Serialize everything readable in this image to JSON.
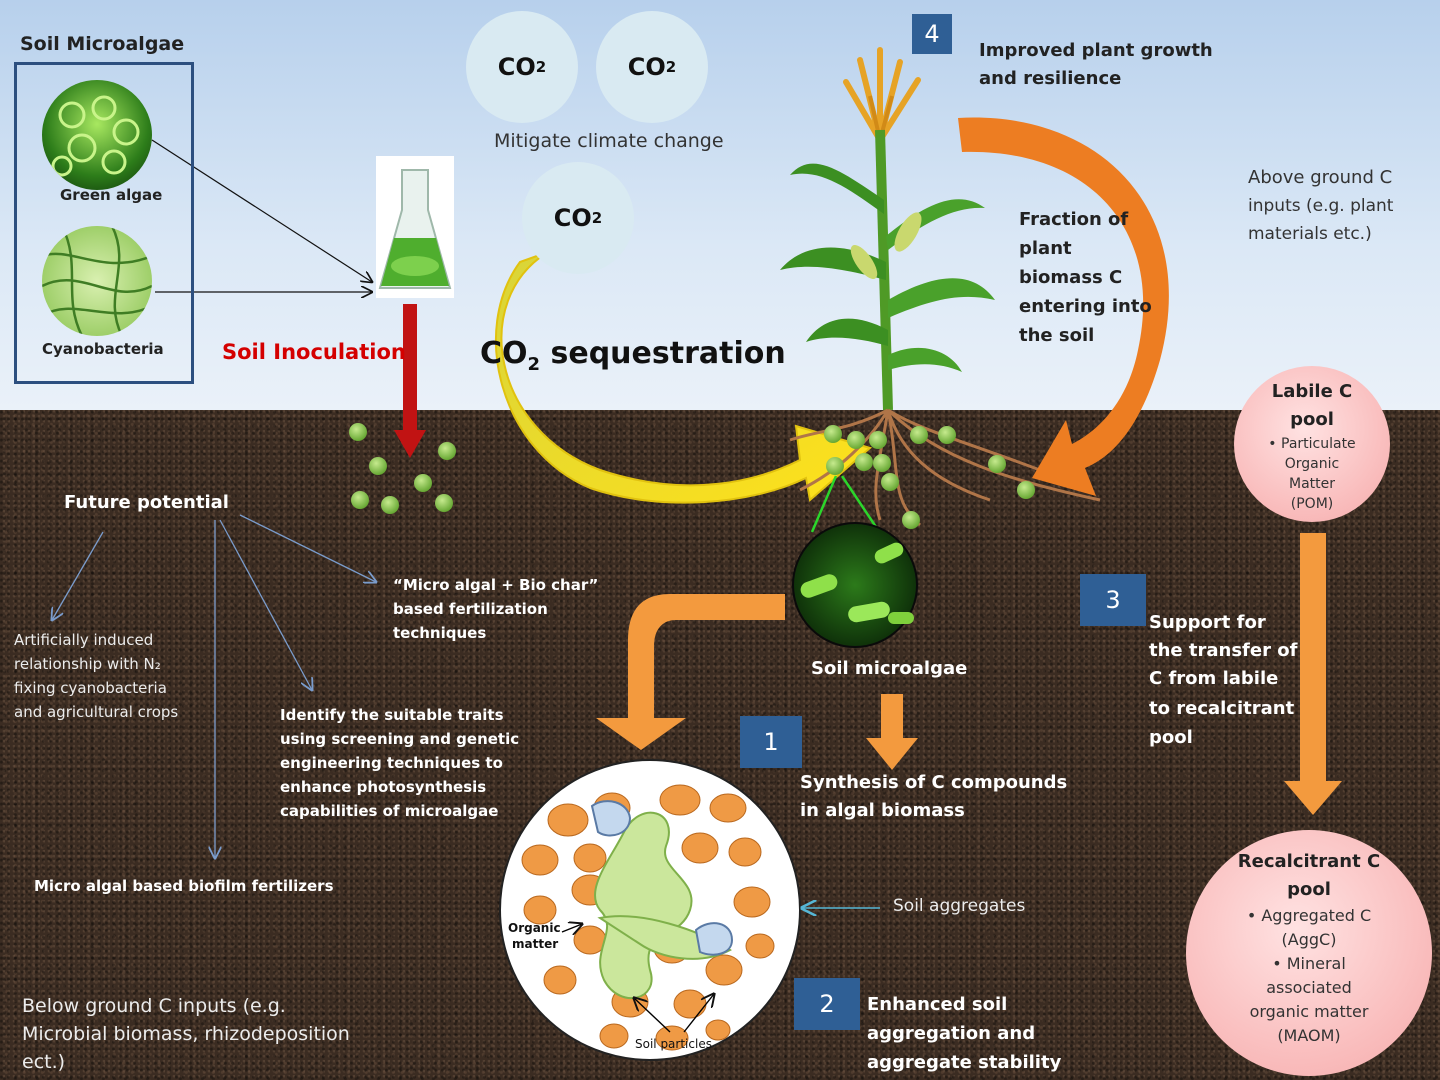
{
  "sky": {
    "panel_title": "Soil Microalgae",
    "green_algae": "Green algae",
    "cyanobacteria": "Cyanobacteria",
    "soil_inoculation": "Soil Inoculation",
    "co2_main": "CO",
    "co2_sub": "2",
    "mitigate": "Mitigate climate change",
    "sequestration_pre": "CO",
    "sequestration_sub": "2",
    "sequestration_post": " sequestration",
    "step4_number": "4",
    "step4_line1": "Improved plant growth",
    "step4_line2": "and resilience",
    "fraction_lines": [
      "Fraction of",
      "plant",
      "biomass  C",
      "entering into",
      "the soil"
    ],
    "above_lines": [
      "Above ground C",
      "inputs (e.g. plant",
      "materials etc.)"
    ]
  },
  "soil": {
    "future_title": "Future potential",
    "future_items": {
      "biochar": [
        "“Micro algal + Bio char”",
        "based fertilization",
        "techniques"
      ],
      "artificial": [
        "Artificially induced",
        "relationship with N₂",
        "fixing cyanobacteria",
        "and agricultural crops"
      ],
      "identify": [
        "Identify the suitable  traits",
        "using screening and genetic",
        "engineering techniques to",
        "enhance photosynthesis",
        "capabilities  of microalgae"
      ],
      "biofilm": "Micro algal  based biofilm fertilizers"
    },
    "below_lines": [
      "Below ground  C inputs (e.g.",
      "Microbial biomass, rhizodeposition",
      "ect.)"
    ],
    "soil_microalgae": "Soil microalgae",
    "step1_number": "1",
    "step1_lines": [
      "Synthesis of C compounds",
      "in algal biomass"
    ],
    "step2_number": "2",
    "step2_lines": [
      "Enhanced soil",
      "aggregation  and",
      "aggregate stability"
    ],
    "step3_number": "3",
    "step3_lines": [
      "Support for",
      "the transfer of",
      "C from labile",
      "to recalcitrant",
      "pool"
    ],
    "soil_aggregates": "Soil aggregates",
    "organic_matter": [
      "Organic",
      "matter"
    ],
    "soil_particles": "Soil particles",
    "labile": {
      "title": [
        "Labile C",
        "pool"
      ],
      "items": [
        "• Particulate",
        "Organic",
        "Matter",
        "(POM)"
      ]
    },
    "recalcitrant": {
      "title": [
        "Recalcitrant C",
        "pool"
      ],
      "items": [
        "•  Aggregated  C",
        "(AggC)",
        "• Mineral",
        "associated",
        "organic matter",
        "(MAOM)"
      ]
    }
  },
  "colors": {
    "badge": "#2f5f95",
    "inoculation_red": "#d40000",
    "orange_arrow": "#f39a3e",
    "yellow_arrow": "#f2d21b",
    "algae_green": "#7fc241"
  }
}
